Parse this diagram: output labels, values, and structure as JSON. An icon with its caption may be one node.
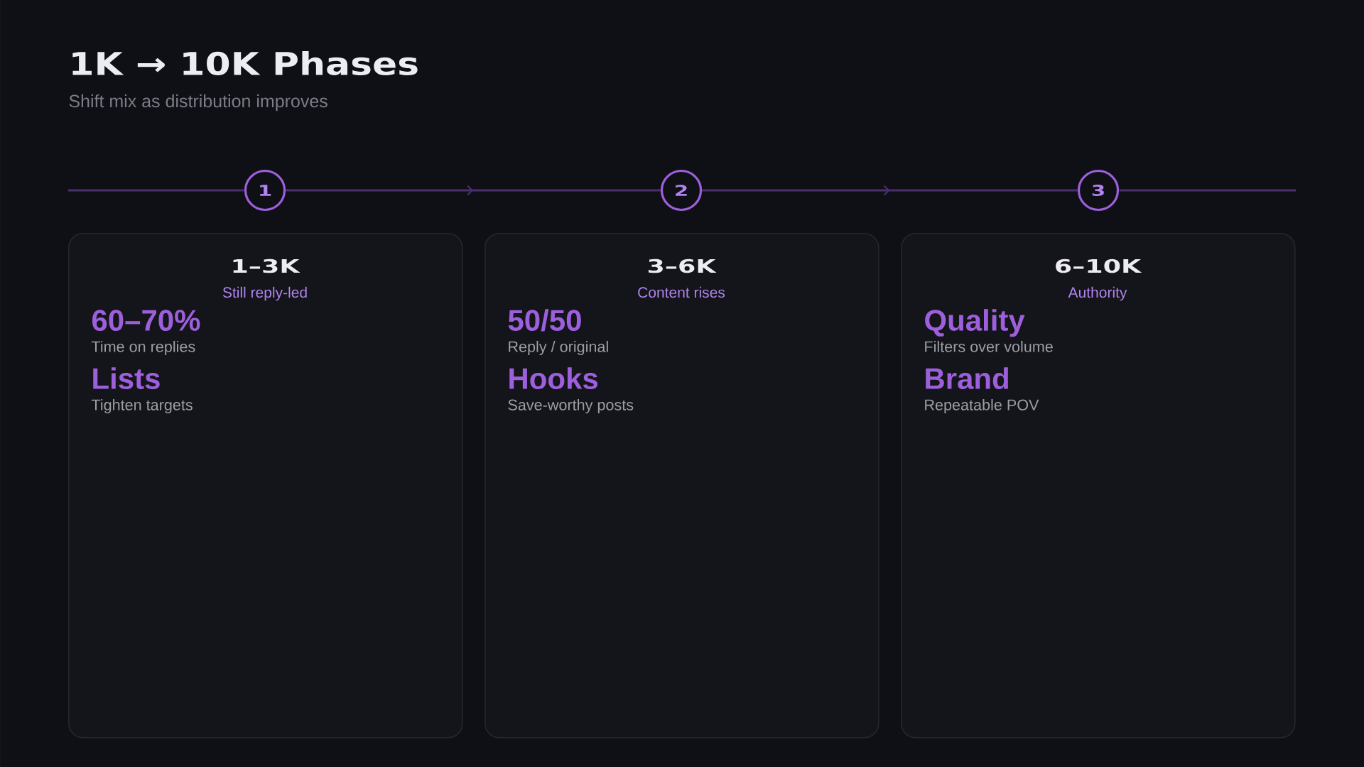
{
  "diagram": {
    "title": "1K → 10K Phases",
    "nodes": [
      {
        "text": [
          "1"
        ]
      },
      {
        "text": [
          "2"
        ]
      },
      {
        "text": [
          "3"
        ]
      },
      {
        "text": [
          "1–3K",
          "Still reply-led",
          "60–70%",
          "Time on replies",
          "Lists",
          "Tighten targets"
        ]
      },
      {
        "text": [
          "3–6K",
          "Content rises",
          "50/50",
          "Reply / original",
          "Hooks",
          "Save-worthy posts"
        ]
      },
      {
        "text": [
          "6–10K",
          "Authority",
          "Quality",
          "Filters over volume",
          "Brand",
          "Repeatable POV"
        ]
      }
    ],
    "edges": [
      {
        "from": 0,
        "to": 1,
        "arrow": "to"
      },
      {
        "from": 1,
        "to": 2,
        "arrow": "to"
      }
    ],
    "labels": [
      "Shift mix as distribution improves"
    ]
  }
}
